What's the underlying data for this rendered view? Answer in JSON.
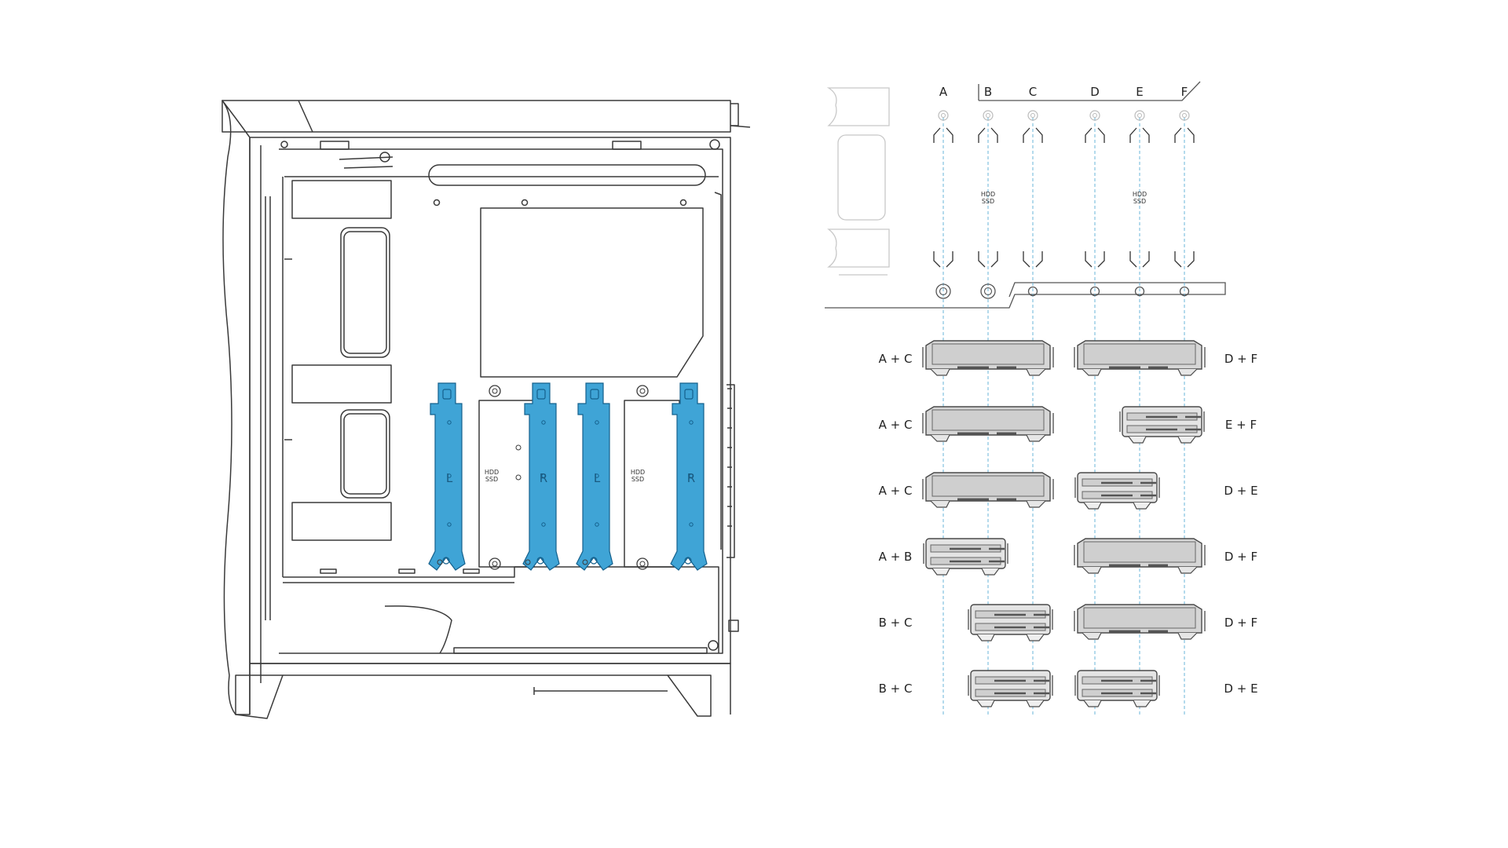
{
  "colors": {
    "line": "#3a3a3a",
    "faint": "#c8c8c8",
    "bracket": "#3fa4d6",
    "bracket_edge": "#14608c",
    "guide": "#6ab4d8",
    "drive_fill": "#d6d6d6",
    "drive_edge": "#4a4a4a"
  },
  "case_view": {
    "bay_left_label": "HDD\nSSD",
    "bay_right_label": "HDD\nSSD",
    "brackets": [
      {
        "letter": "L"
      },
      {
        "letter": "R"
      },
      {
        "letter": "L"
      },
      {
        "letter": "R"
      }
    ]
  },
  "mount_panel": {
    "positions": [
      "A",
      "B",
      "C",
      "D",
      "E",
      "F"
    ],
    "bay_labels": [
      "HDD\nSSD",
      "HDD\nSSD"
    ],
    "combos": [
      {
        "left": "A + C",
        "right": "D + F"
      },
      {
        "left": "A + C",
        "right": "E + F"
      },
      {
        "left": "A + C",
        "right": "D + E"
      },
      {
        "left": "A + B",
        "right": "D + F"
      },
      {
        "left": "B + C",
        "right": "D + F"
      },
      {
        "left": "B + C",
        "right": "D + E"
      }
    ]
  }
}
